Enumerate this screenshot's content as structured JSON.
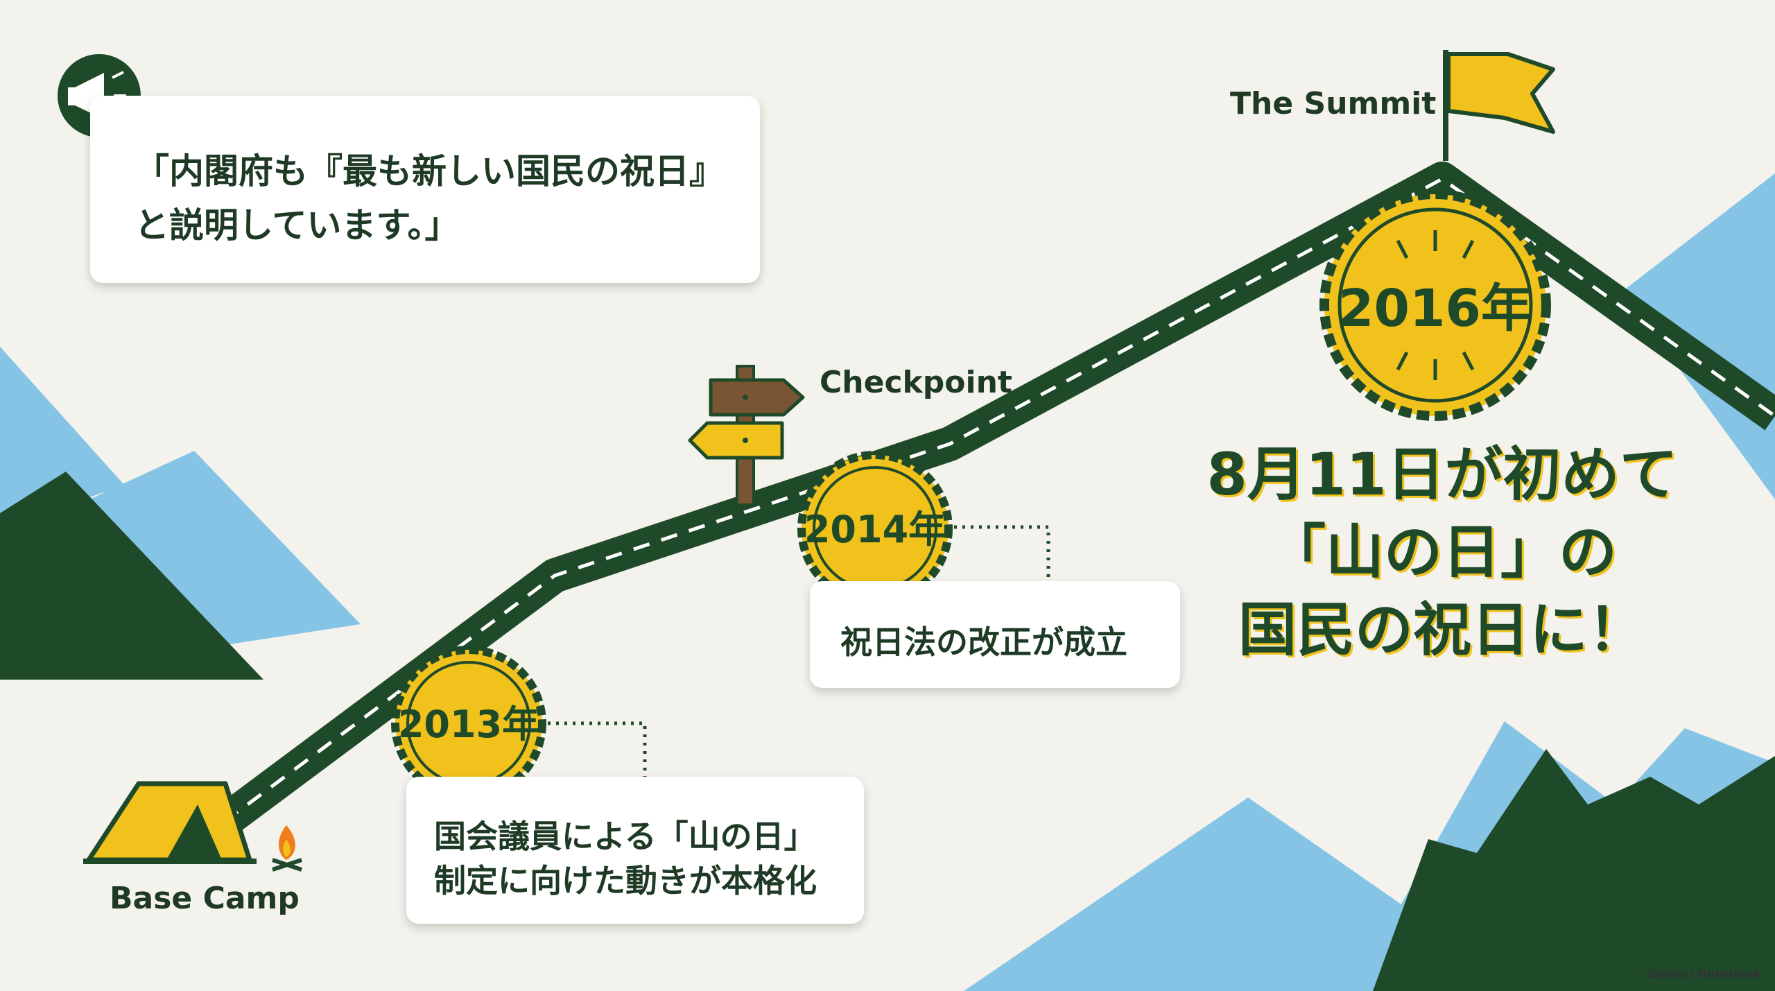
{
  "quote": {
    "line1": "「内閣府も『最も新しい国民の祝日』",
    "line2": "と説明しています。」"
  },
  "labels": {
    "summit": "The Summit",
    "checkpoint": "Checkpoint",
    "base_camp": "Base Camp"
  },
  "milestones": [
    {
      "year": "2013年",
      "line1": "国会議員による「山の日」",
      "line2": "制定に向けた動きが本格化"
    },
    {
      "year": "2014年",
      "text": "祝日法の改正が成立"
    },
    {
      "year": "2016年"
    }
  ],
  "headline": {
    "line1": "8月11日が初めて",
    "line2": "「山の日」の",
    "line3": "国民の祝日に！"
  },
  "watermark": "Gemini Notebook",
  "colors": {
    "dark_green": "#1f4a2a",
    "light_blue": "#86c4e6",
    "gold": "#f1c21c",
    "background": "#f4f2ec",
    "signpost_brown": "#7a5533"
  },
  "icons": [
    "megaphone-icon",
    "flag-icon",
    "signpost-icon",
    "tent-icon",
    "campfire-icon"
  ]
}
